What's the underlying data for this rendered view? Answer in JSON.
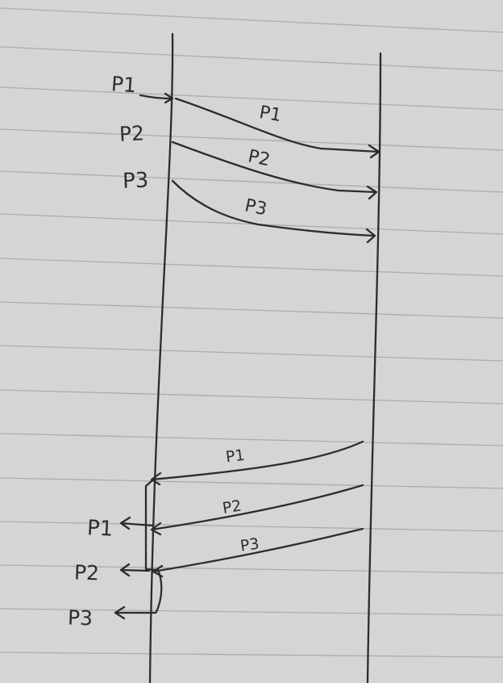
{
  "diagram": {
    "ink_color": "#2c2c2c",
    "paper_color": "#d4d6d4",
    "rule_color": "#a9adaf",
    "sender_inputs": [
      "P1",
      "P2",
      "P3"
    ],
    "forward_messages": [
      "P1",
      "P2",
      "P3"
    ],
    "reply_messages": [
      "P1",
      "P2",
      "P3"
    ],
    "receiver_outputs": [
      "P1",
      "P2",
      "P3"
    ]
  }
}
